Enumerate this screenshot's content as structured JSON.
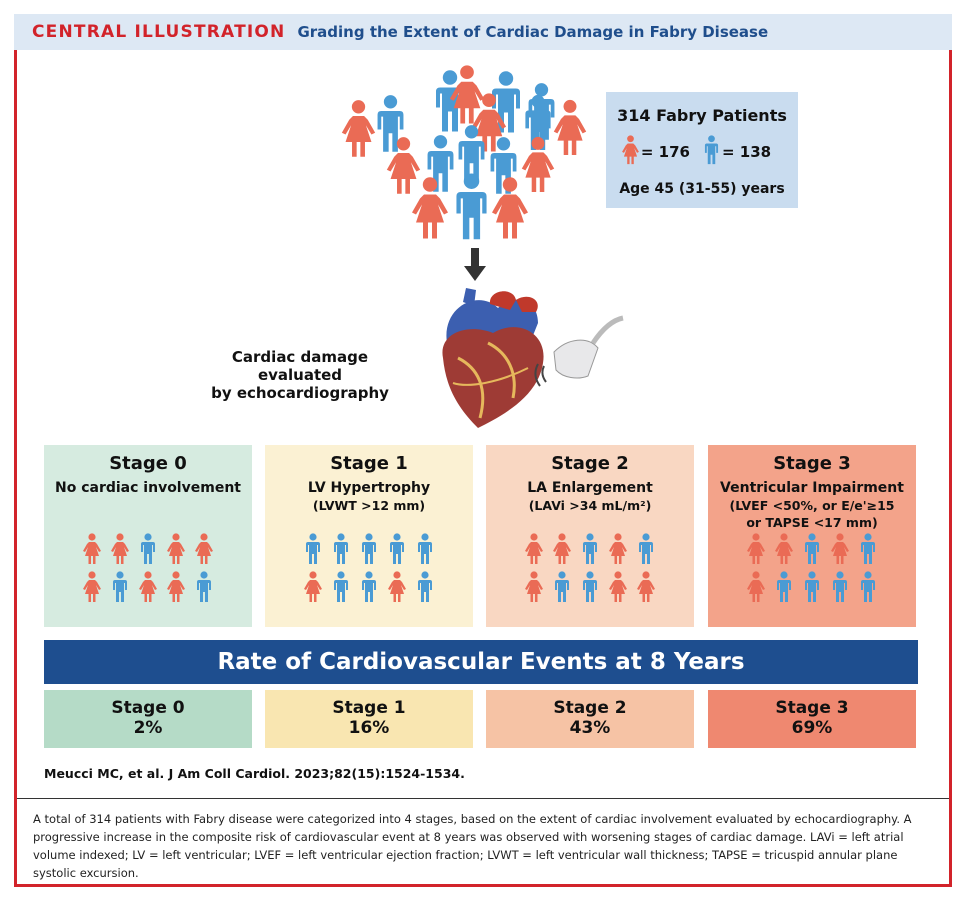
{
  "header": {
    "tag": "CENTRAL ILLUSTRATION",
    "title": "Grading the Extent of Cardiac Damage in Fabry Disease"
  },
  "colors": {
    "female": "#ea6b55",
    "male": "#4a9bd4",
    "brand_red": "#d2232a",
    "banner_blue": "#1e4e8f"
  },
  "patients": {
    "title": "314 Fabry Patients",
    "female_count": "= 176",
    "male_count": "= 138",
    "age": "Age 45 (31-55) years"
  },
  "echo": {
    "label_line1": "Cardiac damage evaluated",
    "label_line2": "by echocardiography"
  },
  "stages": [
    {
      "title": "Stage 0",
      "subtitle": "No cardiac involvement",
      "criteria": "",
      "bg": "#d6ebe0",
      "icons": [
        [
          "f",
          "f",
          "m",
          "f",
          "f"
        ],
        [
          "f",
          "m",
          "f",
          "f",
          "m"
        ]
      ]
    },
    {
      "title": "Stage 1",
      "subtitle": "LV Hypertrophy",
      "criteria": "(LVWT >12  mm)",
      "bg": "#fbf1d3",
      "icons": [
        [
          "m",
          "m",
          "m",
          "m",
          "m"
        ],
        [
          "f",
          "m",
          "m",
          "f",
          "m"
        ]
      ]
    },
    {
      "title": "Stage 2",
      "subtitle": "LA Enlargement",
      "criteria": "(LAVi >34 mL/m²)",
      "bg": "#f9d7c2",
      "icons": [
        [
          "f",
          "f",
          "m",
          "f",
          "m"
        ],
        [
          "f",
          "m",
          "m",
          "f",
          "f"
        ]
      ]
    },
    {
      "title": "Stage 3",
      "subtitle": "Ventricular Impairment",
      "criteria": "(LVEF <50%, or E/e'≥15",
      "criteria2": "or TAPSE <17 mm)",
      "bg": "#f3a38a",
      "icons": [
        [
          "f",
          "f",
          "m",
          "f",
          "m"
        ],
        [
          "f",
          "m",
          "m",
          "m",
          "m"
        ]
      ]
    }
  ],
  "banner": {
    "title": "Rate of Cardiovascular Events at 8 Years"
  },
  "rates": [
    {
      "stage": "Stage 0",
      "value": "2%",
      "bg": "#b5dbc7"
    },
    {
      "stage": "Stage 1",
      "value": "16%",
      "bg": "#f9e6b1"
    },
    {
      "stage": "Stage 2",
      "value": "43%",
      "bg": "#f6c3a5"
    },
    {
      "stage": "Stage 3",
      "value": "69%",
      "bg": "#ef8870"
    }
  ],
  "citation": "Meucci MC, et al. J Am Coll Cardiol. 2023;82(15):1524-1534.",
  "caption": "A total of 314 patients with Fabry disease were categorized into 4 stages, based on the extent of cardiac involvement evaluated by echocardiography. A progressive increase in the composite risk of cardiovascular event at 8 years was observed with worsening stages of cardiac damage. LAVi = left atrial volume indexed; LV = left ventricular; LVEF = left ventricular ejection fraction; LVWT = left ventricular wall thickness; TAPSE = tricuspid annular plane systolic excursion."
}
